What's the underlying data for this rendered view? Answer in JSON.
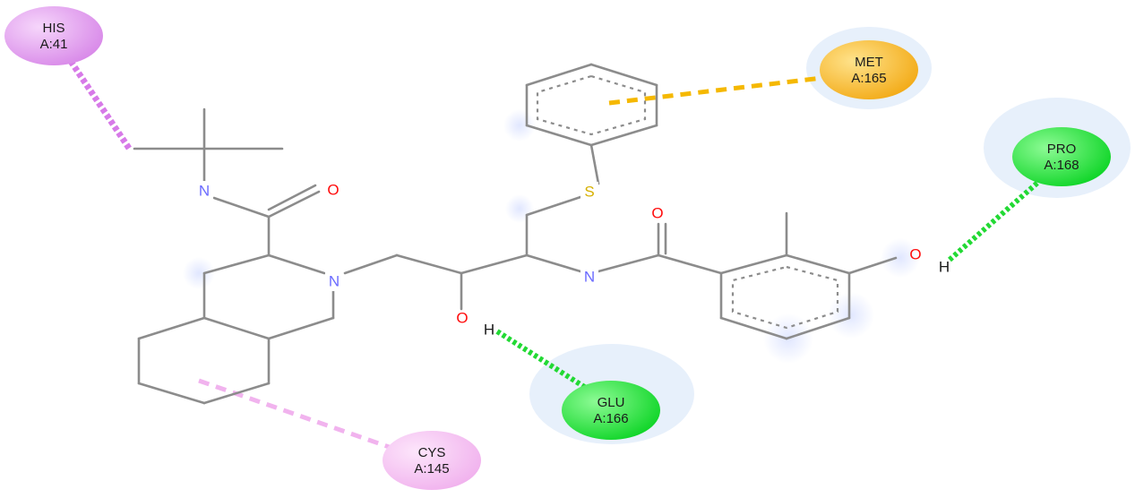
{
  "atoms": {
    "n_amide": "N",
    "o_amide": "O",
    "n_ring": "N",
    "o_hydroxyl": "O",
    "h_hydroxyl": "H",
    "s_thioether": "S",
    "n_amide2": "N",
    "o_amide2": "O",
    "o_phenol": "O",
    "h_phenol": "H"
  },
  "residues": [
    {
      "id": "his41",
      "line1": "HIS",
      "line2": "A:41",
      "color": "#e18ef3"
    },
    {
      "id": "met165",
      "line1": "MET",
      "line2": "A:165",
      "color": "#f7bb2f"
    },
    {
      "id": "pro168",
      "line1": "PRO",
      "line2": "A:168",
      "color": "#1fe83a"
    },
    {
      "id": "glu166",
      "line1": "GLU",
      "line2": "A:166",
      "color": "#1fe83a"
    },
    {
      "id": "cys145",
      "line1": "CYS",
      "line2": "A:145",
      "color": "#f6c4f4"
    }
  ],
  "colors": {
    "bond": "#8c8c8c",
    "nitrogen": "#6b6bff",
    "oxygen": "#ff0d0d",
    "sulfur": "#d6b000",
    "hbond": "#22d934",
    "pi_alkyl": "#e9a2f0",
    "pi_sulfur": "#f5b800",
    "alkyl": "#d77ae8"
  }
}
